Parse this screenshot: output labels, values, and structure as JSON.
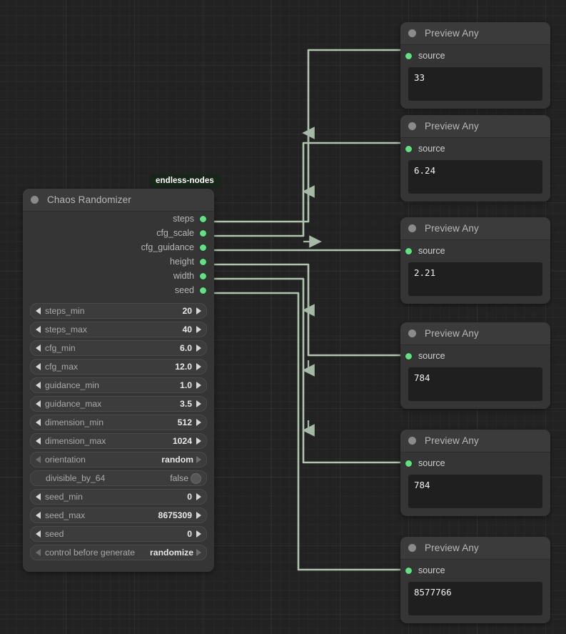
{
  "app": {
    "canvas_name": "node-graph-canvas"
  },
  "chaos_node": {
    "badge": "endless-nodes",
    "title": "Chaos Randomizer",
    "outputs": [
      {
        "label": "steps"
      },
      {
        "label": "cfg_scale"
      },
      {
        "label": "cfg_guidance"
      },
      {
        "label": "height"
      },
      {
        "label": "width"
      },
      {
        "label": "seed"
      }
    ],
    "widgets": [
      {
        "name": "steps_min",
        "value": "20",
        "kind": "number"
      },
      {
        "name": "steps_max",
        "value": "40",
        "kind": "number"
      },
      {
        "name": "cfg_min",
        "value": "6.0",
        "kind": "number"
      },
      {
        "name": "cfg_max",
        "value": "12.0",
        "kind": "number"
      },
      {
        "name": "guidance_min",
        "value": "1.0",
        "kind": "number"
      },
      {
        "name": "guidance_max",
        "value": "3.5",
        "kind": "number"
      },
      {
        "name": "dimension_min",
        "value": "512",
        "kind": "number"
      },
      {
        "name": "dimension_max",
        "value": "1024",
        "kind": "number"
      },
      {
        "name": "orientation",
        "value": "random",
        "kind": "combo"
      },
      {
        "name": "divisible_by_64",
        "value": "false",
        "kind": "toggle"
      },
      {
        "name": "seed_min",
        "value": "0",
        "kind": "number"
      },
      {
        "name": "seed_max",
        "value": "8675309",
        "kind": "number"
      },
      {
        "name": "seed",
        "value": "0",
        "kind": "number"
      },
      {
        "name": "control before generate",
        "value": "randomize",
        "kind": "combo"
      }
    ]
  },
  "previews": [
    {
      "title": "Preview Any",
      "input": "source",
      "value": "33"
    },
    {
      "title": "Preview Any",
      "input": "source",
      "value": "6.24"
    },
    {
      "title": "Preview Any",
      "input": "source",
      "value": "2.21"
    },
    {
      "title": "Preview Any",
      "input": "source",
      "value": "784"
    },
    {
      "title": "Preview Any",
      "input": "source",
      "value": "784"
    },
    {
      "title": "Preview Any",
      "input": "source",
      "value": "8577766"
    }
  ],
  "colors": {
    "canvas_bg": "#222222",
    "node_bg": "#353535",
    "node_header": "#3b3b3b",
    "port_connected": "#62e082",
    "link": "#b0c4b0",
    "badge_bg": "#18261a",
    "text_area_bg": "#1f1f1f"
  }
}
